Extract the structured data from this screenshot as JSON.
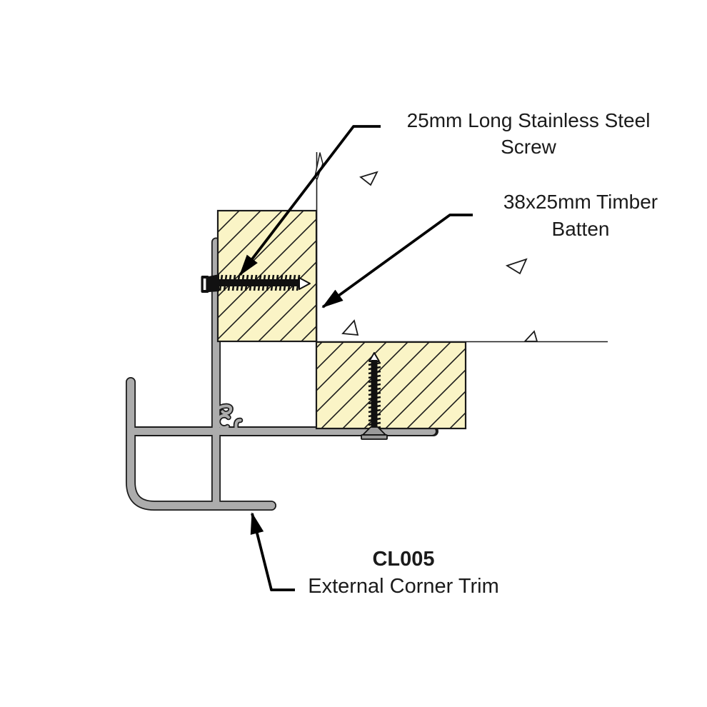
{
  "diagram": {
    "type": "construction-detail-drawing",
    "labels": {
      "screw": {
        "line1": "25mm Long Stainless Steel",
        "line2": "Screw"
      },
      "batten": {
        "line1": "38x25mm Timber",
        "line2": "Batten"
      },
      "trim": {
        "code": "CL005",
        "name": "External Corner Trim"
      }
    },
    "colors": {
      "background": "#ffffff",
      "batten_fill": "#FAF4C6",
      "hatch_line": "#1b1b1b",
      "trim_fill": "#ACACAC",
      "screw_fill": "#9A9A9A",
      "outline": "#1b1b1b",
      "leader_line": "#000000"
    }
  }
}
